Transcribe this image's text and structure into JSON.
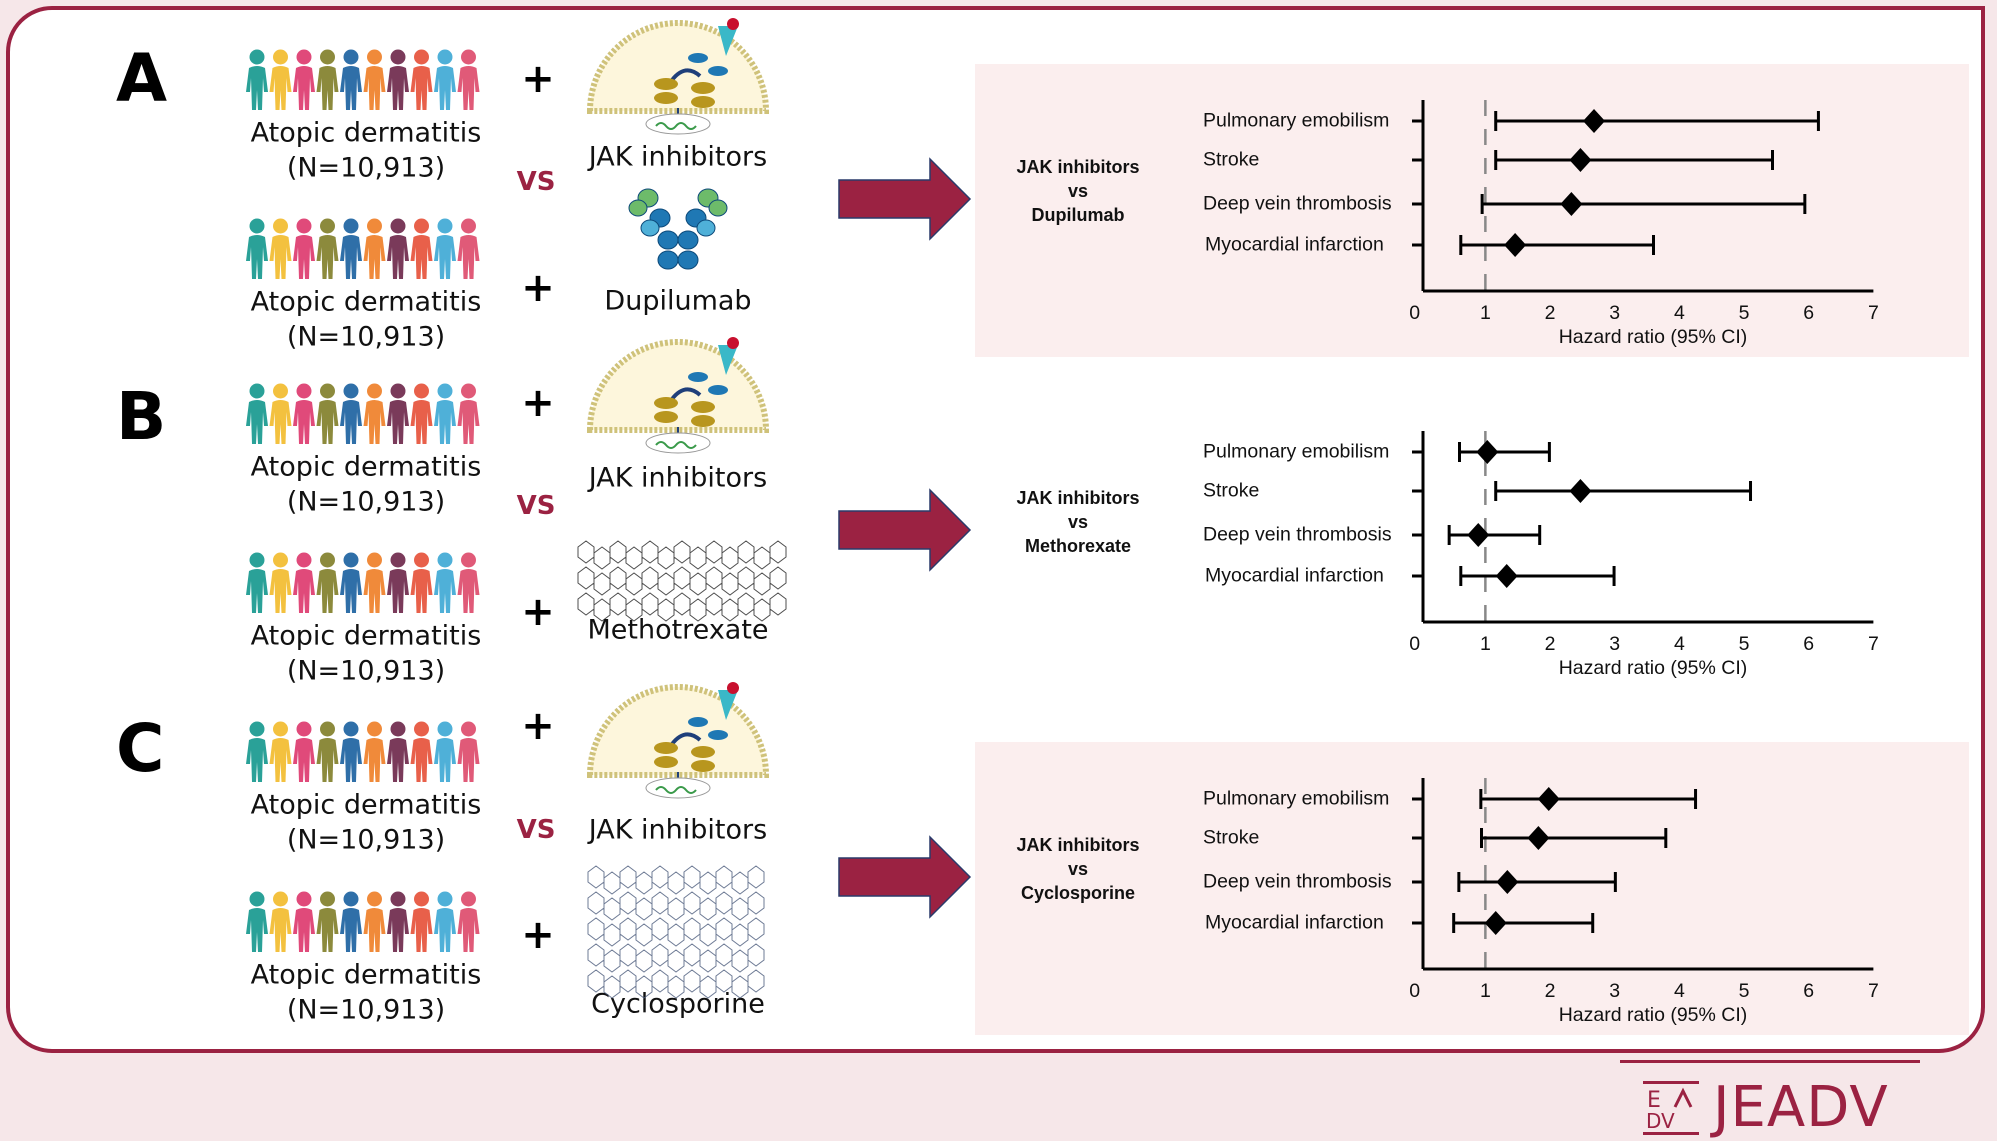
{
  "panels": [
    {
      "letter": "A",
      "groups": [
        {
          "label": "Atopic dermatitis",
          "n": "(N=10,913)",
          "drug": "JAK inhibitors",
          "drug_icon": "jak-pathway-icon"
        },
        {
          "label": "Atopic dermatitis",
          "n": "(N=10,913)",
          "drug": "Dupilumab",
          "drug_icon": "antibody-icon"
        }
      ],
      "plus": "+",
      "vs": "VS",
      "comparison": {
        "line1": "JAK inhibitors",
        "line2": "vs",
        "line3": "Dupilumab"
      },
      "shaded": true
    },
    {
      "letter": "B",
      "groups": [
        {
          "label": "Atopic dermatitis",
          "n": "(N=10,913)",
          "drug": "JAK inhibitors",
          "drug_icon": "jak-pathway-icon"
        },
        {
          "label": "Atopic dermatitis",
          "n": "(N=10,913)",
          "drug": "Methotrexate",
          "drug_icon": "methotrexate-structure-icon"
        }
      ],
      "plus": "+",
      "vs": "VS",
      "comparison": {
        "line1": "JAK inhibitors",
        "line2": "vs",
        "line3": "Methorexate"
      },
      "shaded": false
    },
    {
      "letter": "C",
      "groups": [
        {
          "label": "Atopic dermatitis",
          "n": "(N=10,913)",
          "drug": "JAK inhibitors",
          "drug_icon": "jak-pathway-icon"
        },
        {
          "label": "Atopic dermatitis",
          "n": "(N=10,913)",
          "drug": "Cyclosporine",
          "drug_icon": "cyclosporine-structure-icon"
        }
      ],
      "plus": "+",
      "vs": "VS",
      "comparison": {
        "line1": "JAK inhibitors",
        "line2": "vs",
        "line3": "Cyclosporine"
      },
      "shaded": true
    }
  ],
  "chart_data": [
    {
      "type": "forest",
      "outcomes": [
        "Pulmonary emobilism",
        "Stroke",
        "Deep vein thrombosis",
        "Myocardial infarction"
      ],
      "hr": [
        2.68,
        2.47,
        2.33,
        1.46
      ],
      "ci_lower": [
        1.16,
        1.16,
        0.95,
        0.62
      ],
      "ci_upper": [
        6.15,
        5.44,
        5.94,
        3.6
      ],
      "xlabel": "Hazard ratio (95% CI)",
      "xlim": [
        0,
        7
      ],
      "xticks": [
        "0",
        "1",
        "2",
        "3",
        "4",
        "5",
        "6",
        "7"
      ],
      "reference_line": 1
    },
    {
      "type": "forest",
      "outcomes": [
        "Pulmonary emobilism",
        "Stroke",
        "Deep vein thrombosis",
        "Myocardial infarction"
      ],
      "hr": [
        1.03,
        2.47,
        0.89,
        1.33
      ],
      "ci_lower": [
        0.6,
        1.16,
        0.44,
        0.62
      ],
      "ci_upper": [
        1.99,
        5.1,
        1.84,
        2.99
      ],
      "xlabel": "Hazard ratio (95% CI)",
      "xlim": [
        0,
        7
      ],
      "xticks": [
        "0",
        "1",
        "2",
        "3",
        "4",
        "5",
        "6",
        "7"
      ],
      "reference_line": 1
    },
    {
      "type": "forest",
      "outcomes": [
        "Pulmonary emobilism",
        "Stroke",
        "Deep vein thrombosis",
        "Myocardial infarction"
      ],
      "hr": [
        1.98,
        1.82,
        1.34,
        1.16
      ],
      "ci_lower": [
        0.93,
        0.94,
        0.59,
        0.51
      ],
      "ci_upper": [
        4.25,
        3.79,
        3.01,
        2.66
      ],
      "xlabel": "Hazard ratio (95% CI)",
      "xlim": [
        0,
        7
      ],
      "xticks": [
        "0",
        "1",
        "2",
        "3",
        "4",
        "5",
        "6",
        "7"
      ],
      "reference_line": 1
    }
  ],
  "colors": {
    "brand": "#9b2242",
    "panel_shade": "#fbeeee",
    "people": [
      "#2aa198",
      "#f3c13f",
      "#e04a7a",
      "#8c8a3c",
      "#2f6fa8",
      "#f08a3a",
      "#7a3a5a",
      "#e8604a",
      "#4fb0d8",
      "#e05a78"
    ]
  },
  "logo": {
    "text": "JEADV",
    "mark": "EADV"
  }
}
